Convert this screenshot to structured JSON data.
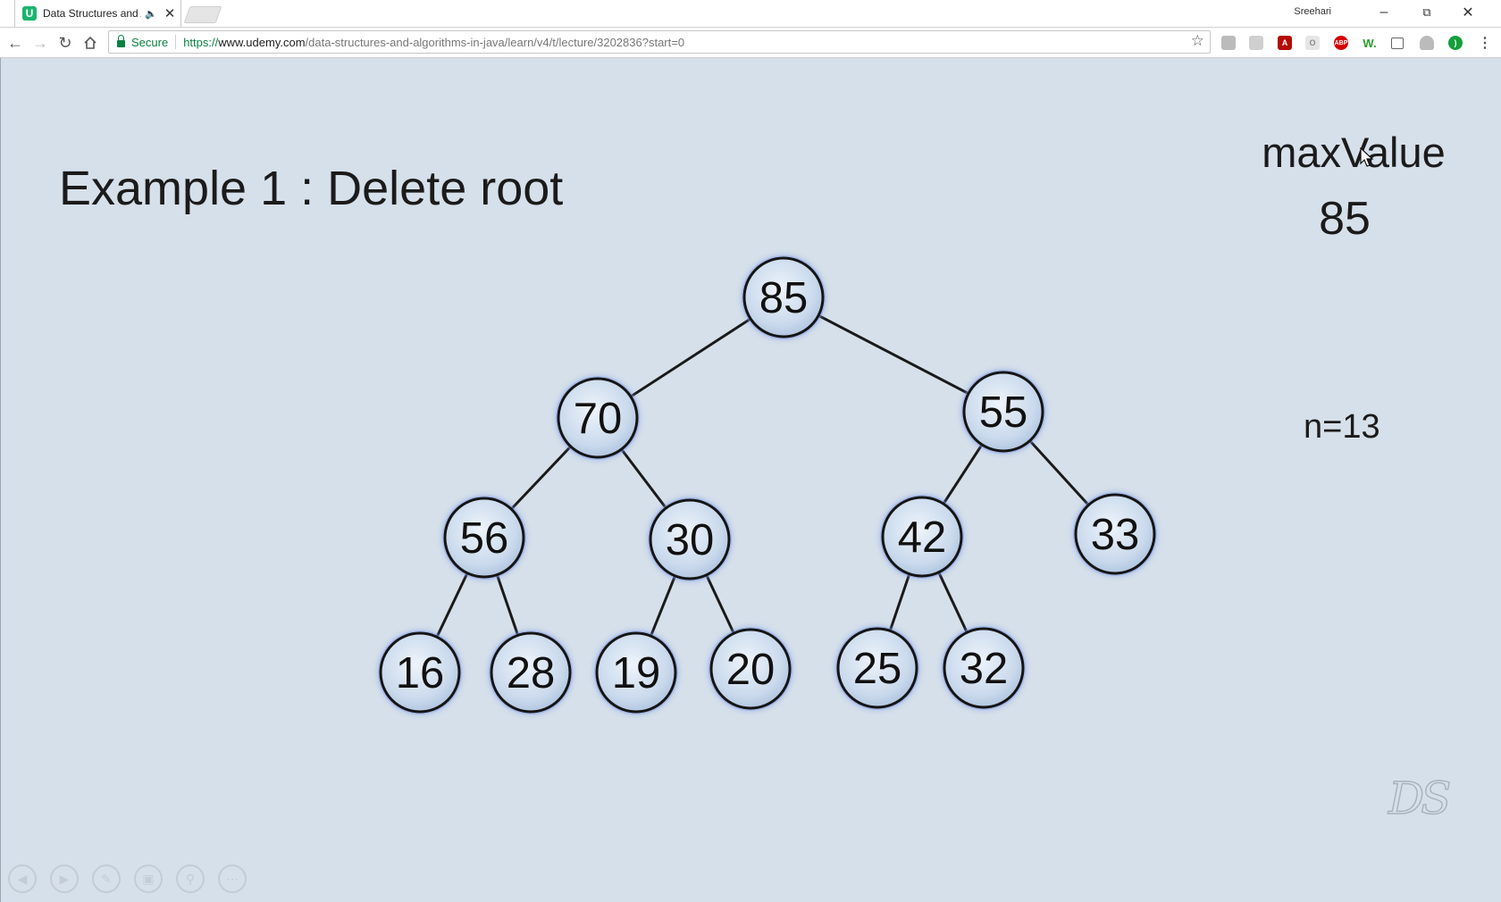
{
  "browser": {
    "tab_title": "Data Structures and A",
    "profile_name": "Sreehari",
    "url_proto": "https://",
    "url_host": "www.udemy.com",
    "url_path": "/data-structures-and-algorithms-in-java/learn/v4/t/lecture/3202836?start=0",
    "secure_label": "Secure"
  },
  "slide": {
    "title": "Example 1 : Delete root",
    "maxvalue_label": "maxValue",
    "maxvalue_value": "85",
    "n_label": "n=13",
    "watermark": "DS"
  },
  "tree": {
    "nodes": [
      "85",
      "70",
      "55",
      "56",
      "30",
      "42",
      "33",
      "16",
      "28",
      "19",
      "20",
      "25",
      "32"
    ],
    "edges": [
      [
        0,
        1
      ],
      [
        0,
        2
      ],
      [
        1,
        3
      ],
      [
        1,
        4
      ],
      [
        2,
        5
      ],
      [
        2,
        6
      ],
      [
        3,
        7
      ],
      [
        3,
        8
      ],
      [
        4,
        9
      ],
      [
        4,
        10
      ],
      [
        5,
        11
      ],
      [
        5,
        12
      ]
    ]
  },
  "colors": {
    "node_fill_inner": "#eaf1f9",
    "node_fill_outer": "#b3c8e0",
    "node_glow": "#7f9be6",
    "edge": "#1a1a1a",
    "background": "#d6e0ea"
  }
}
